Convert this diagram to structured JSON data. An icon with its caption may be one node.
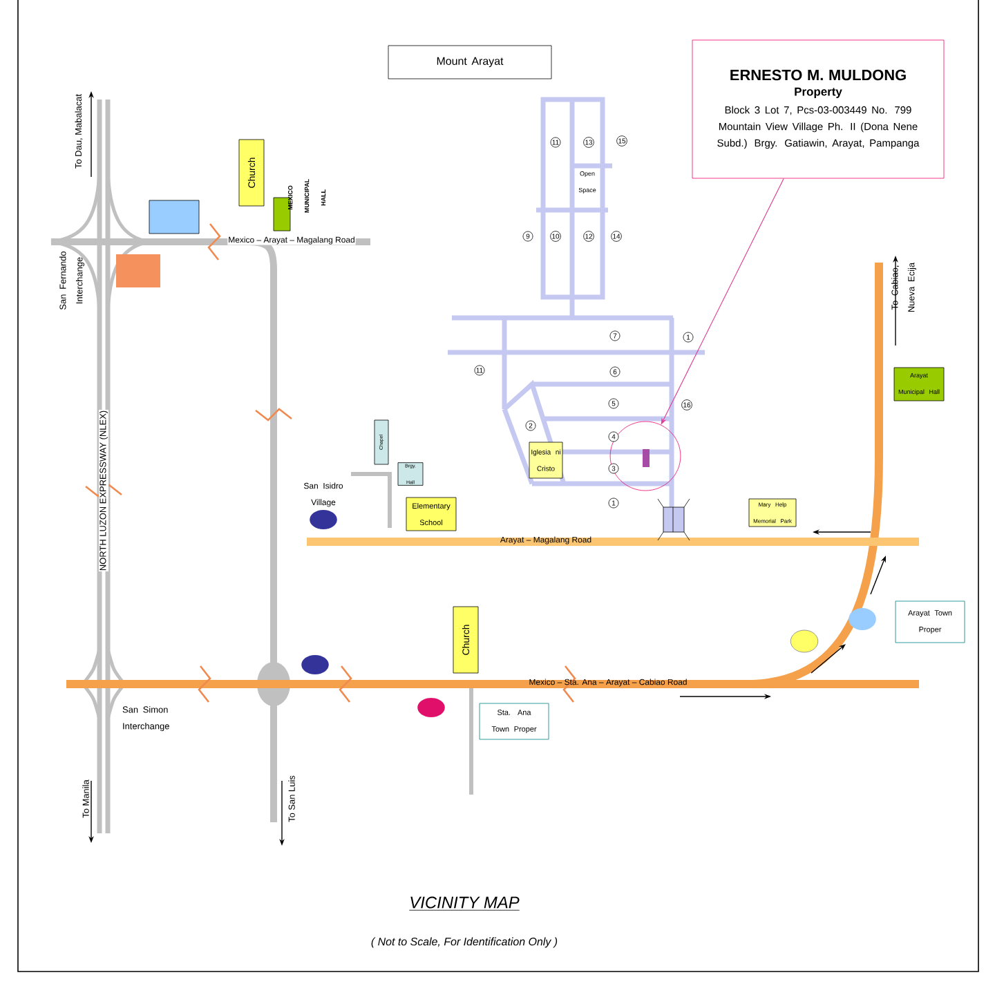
{
  "diagram": {
    "title": "VICINITY MAP",
    "caption": "( Not to Scale, For Identification Only )",
    "nodes": [
      {
        "text": [
          "Mount Arayat"
        ]
      },
      {
        "text": [
          "ERNESTO M. MULDONG",
          "Property",
          "Block 3 Lot 7, Pcs-03-003449 No. 799 Mountain View Village Ph. II (Dona Nene Subd.) Brgy. Gatiawin, Arayat, Pampanga"
        ]
      },
      {
        "text": [],
        "shape": "circle"
      },
      {
        "text": [],
        "shape": "box"
      },
      {
        "text": [],
        "shape": "box"
      },
      {
        "text": [
          "Church"
        ]
      },
      {
        "text": [],
        "shape": "box",
        "beside": [
          "MEXICO MUNICIPAL HALL"
        ]
      },
      {
        "text": [
          "Chapel"
        ]
      },
      {
        "text": [
          "Brgy. Hall"
        ]
      },
      {
        "text": [
          "Elementary School"
        ]
      },
      {
        "text": [],
        "shape": "circle",
        "beside": [
          "San Isidro Village"
        ]
      },
      {
        "text": [
          "Iglesia ni Cristo"
        ]
      },
      {
        "text": [
          "Mary Help Memorial Park"
        ]
      },
      {
        "text": [
          "Arayat Municipal Hall"
        ]
      },
      {
        "text": [
          "Arayat Town Proper"
        ]
      },
      {
        "text": [
          "Sta. Ana Town Proper"
        ]
      },
      {
        "text": [
          "Church"
        ]
      },
      {
        "text": [],
        "shape": "circle"
      },
      {
        "text": [],
        "shape": "circle"
      },
      {
        "text": [],
        "shape": "circle"
      },
      {
        "text": [],
        "shape": "circle"
      }
    ],
    "edges": [
      {
        "from": 1,
        "to": 2,
        "arrow": "to",
        "color": "#e0409a"
      }
    ],
    "labels": [
      "To Dau, Mabalacat",
      "Mexico – Arayat – Magalang Road",
      "San Fernando Interchange",
      "11",
      "13",
      "15",
      "Open Space",
      "9",
      "10",
      "12",
      "14",
      "To Cabiao, Nueva Ecija",
      "7",
      "1",
      "11",
      "6",
      "5",
      "16",
      "2",
      "4",
      "3",
      "1",
      "NORTH LUZON EXPRESSWAY (NLEX)",
      "Arayat – Magalang Road",
      "Mexico – Sta. Ana – Arayat – Cabiao Road",
      "San Simon Interchange",
      "To Manila",
      "To San Luis"
    ]
  }
}
